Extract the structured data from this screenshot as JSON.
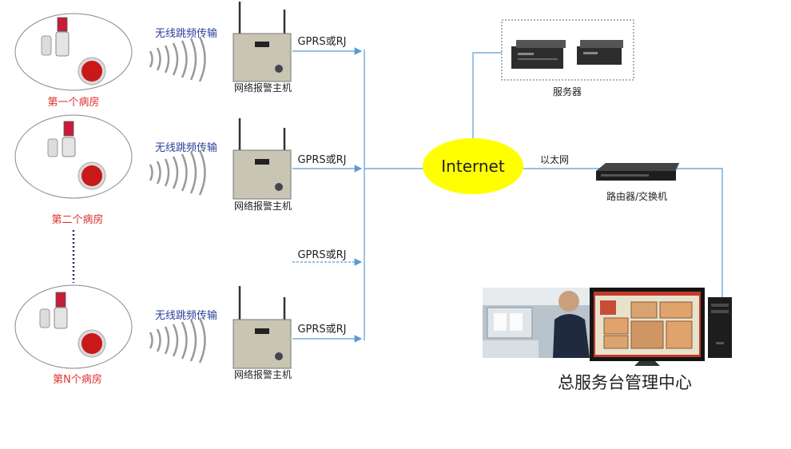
{
  "wards": [
    {
      "label": "第一个病房",
      "transmission": "无线跳频传输",
      "host": "网络报警主机",
      "link": "GPRS或RJ"
    },
    {
      "label": "第二个病房",
      "transmission": "无线跳频传输",
      "host": "网络报警主机",
      "link": "GPRS或RJ"
    },
    {
      "label": "第N个病房",
      "transmission": "无线跳频传输",
      "host": "网络报警主机",
      "link": "GPRS或RJ"
    }
  ],
  "extra_link": "GPRS或RJ",
  "internet": "Internet",
  "ethernet": "以太网",
  "servers": "服务器",
  "router": "路由器/交换机",
  "center": "总服务台管理中心",
  "colors": {
    "ward_label": "#e03030",
    "transmission": "#2a3f9a",
    "internet_fill": "#ffff00",
    "link_line": "#5b9bd5"
  },
  "icons": [
    "door-sensor-icon",
    "alarm-button-icon",
    "wireless-wave-icon",
    "alarm-host-icon",
    "server-icon",
    "router-icon",
    "monitor-screen-icon",
    "pc-tower-icon"
  ]
}
